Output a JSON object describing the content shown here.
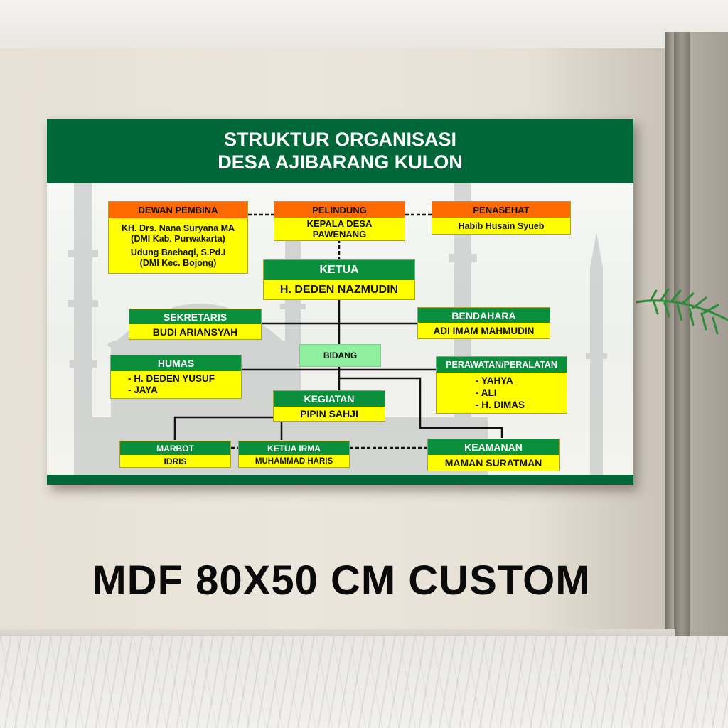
{
  "board": {
    "title_line1": "STRUKTUR ORGANISASI",
    "title_line2": "DESA AJIBARANG KULON",
    "colors": {
      "header_green": "#006838",
      "role_green": "#0a8f3c",
      "role_orange": "#ff6a00",
      "name_yellow": "#ffff00",
      "bidang_lightgreen": "#90f0a0"
    },
    "advisors": {
      "dewan_pembina": {
        "title": "DEWAN PEMBINA",
        "line1": "KH. Drs. Nana Suryana MA",
        "line2": "(DMI Kab. Purwakarta)",
        "line3": "Udung Baehaqi, S.Pd.I",
        "line4": "(DMI Kec. Bojong)"
      },
      "pelindung": {
        "title": "PELINDUNG",
        "line1": "KEPALA DESA",
        "line2": "PAWENANG"
      },
      "penasehat": {
        "title": "PENASEHAT",
        "line1": "Habib Husain Syueb"
      }
    },
    "ketua": {
      "title": "KETUA",
      "name": "H. DEDEN NAZMUDIN"
    },
    "sekretaris": {
      "title": "SEKRETARIS",
      "name": "BUDI ARIANSYAH"
    },
    "bendahara": {
      "title": "BENDAHARA",
      "name": "ADI IMAM MAHMUDIN"
    },
    "bidang": {
      "title": "BIDANG"
    },
    "humas": {
      "title": "HUMAS",
      "members": [
        "- H. DEDEN YUSUF",
        "- JAYA"
      ]
    },
    "perawatan": {
      "title": "PERAWATAN/PERALATAN",
      "members": [
        "- YAHYA",
        "- ALI",
        "- H. DIMAS"
      ]
    },
    "kegiatan": {
      "title": "KEGIATAN",
      "name": "PIPIN SAHJI"
    },
    "marbot": {
      "title": "MARBOT",
      "name": "IDRIS"
    },
    "ketua_irma": {
      "title": "KETUA IRMA",
      "name": "MUHAMMAD HARIS"
    },
    "keamanan": {
      "title": "KEAMANAN",
      "name": "MAMAN SURATMAN"
    }
  },
  "caption": "MDF 80X50 CM CUSTOM"
}
